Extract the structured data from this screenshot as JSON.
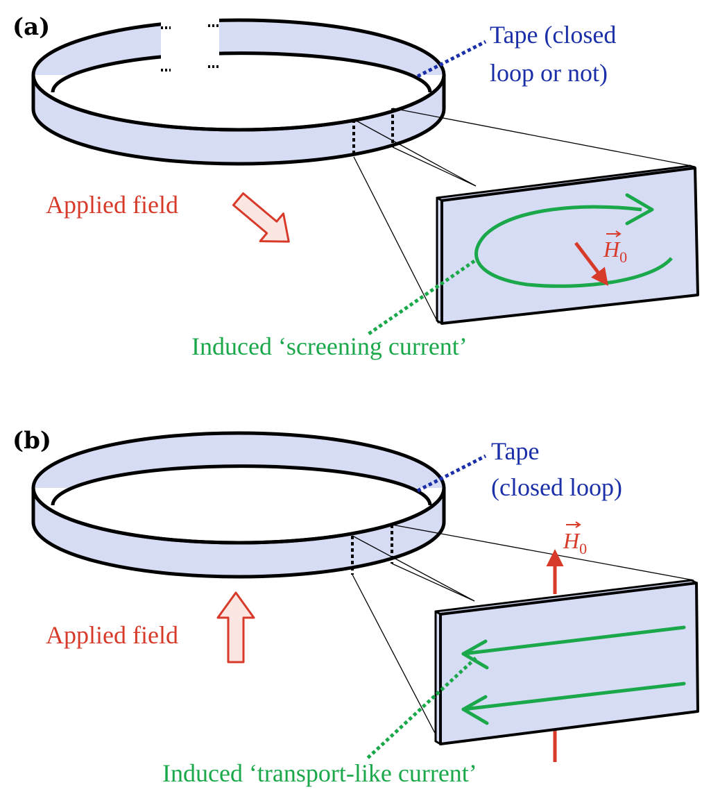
{
  "panels": [
    {
      "label": "(a)",
      "tape_label_line1": "Tape (closed",
      "tape_label_line2": "loop or not)",
      "applied_field": "Applied field",
      "field_symbol": "H",
      "field_subscript": "0",
      "induced_current": "Induced ‘screening current’"
    },
    {
      "label": "(b)",
      "tape_label_line1": "Tape",
      "tape_label_line2": "(closed loop)",
      "applied_field": "Applied field",
      "field_symbol": "H",
      "field_subscript": "0",
      "induced_current": "Induced ‘transport-like current’"
    }
  ],
  "colors": {
    "tape_fill": "#d7dcf5",
    "outline": "#000000",
    "label_blue": "#1a2fa8",
    "field_red": "#d83a2a",
    "current_green": "#1aa84a",
    "arrow_fill": "#fbe6e2"
  }
}
